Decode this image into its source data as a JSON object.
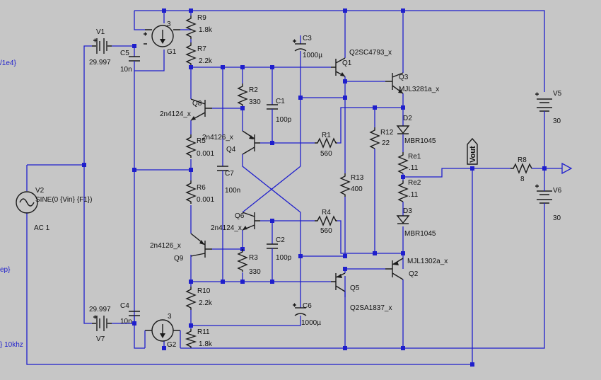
{
  "labels": {
    "V1": "V1",
    "V1_val": "29.997",
    "V7": "V7",
    "V7_val": "29.997",
    "V2": "V2",
    "V2_val": "SINE(0 {Vin} {F1})",
    "V2_ac": "AC 1",
    "V5": "V5",
    "V5_val": "30",
    "V6": "V6",
    "V6_val": "30",
    "G1": "G1",
    "G1_val": "3",
    "G2": "G2",
    "G2_val": "3",
    "C5": "C5",
    "C5_val": "10n",
    "C4": "C4",
    "C4_val": "10n",
    "C3": "C3",
    "C3_val": "1000µ",
    "C6": "C6",
    "C6_val": "1000µ",
    "C1": "C1",
    "C1_val": "100p",
    "C2": "C2",
    "C2_val": "100p",
    "C7": "C7",
    "C7_val": "100n",
    "R9": "R9",
    "R9_val": "1.8k",
    "R7": "R7",
    "R7_val": "2.2k",
    "R2": "R2",
    "R2_val": "330",
    "R5": "R5",
    "R5_val": "0.001",
    "R6": "R6",
    "R6_val": "0.001",
    "R3": "R3",
    "R3_val": "330",
    "R10": "R10",
    "R10_val": "2.2k",
    "R11": "R11",
    "R11_val": "1.8k",
    "R1": "R1",
    "R1_val": "560",
    "R4": "R4",
    "R4_val": "560",
    "R12": "R12",
    "R12_val": "22",
    "R13": "R13",
    "R13_val": "400",
    "Re1": "Re1",
    "Re1_val": ".11",
    "Re2": "Re2",
    "Re2_val": ".11",
    "R8": "R8",
    "R8_val": "8",
    "Q1": "Q1",
    "Q1_model": "Q2SC4793_x",
    "Q2": "Q2",
    "Q2_model": "MJL1302a_x",
    "Q3": "Q3",
    "Q3_model": "MJL3281a_x",
    "Q4": "Q4",
    "Q4_model": "2n4126_x",
    "Q5": "Q5",
    "Q5_model": "Q2SA1837_x",
    "Q6": "Q6",
    "Q6_model": "2n4124_x",
    "Q8": "Q8",
    "Q8_model": "2n4124_x",
    "Q9": "Q9",
    "Q9_model": "2n4126_x",
    "D2": "D2",
    "D2_model": "MBR1045",
    "D3": "D3",
    "D3_model": "MBR1045",
    "vout_flag": "Vout",
    "edge_top": "/1e4}",
    "edge_mid": "ep}",
    "edge_bot": "} 10khz"
  }
}
